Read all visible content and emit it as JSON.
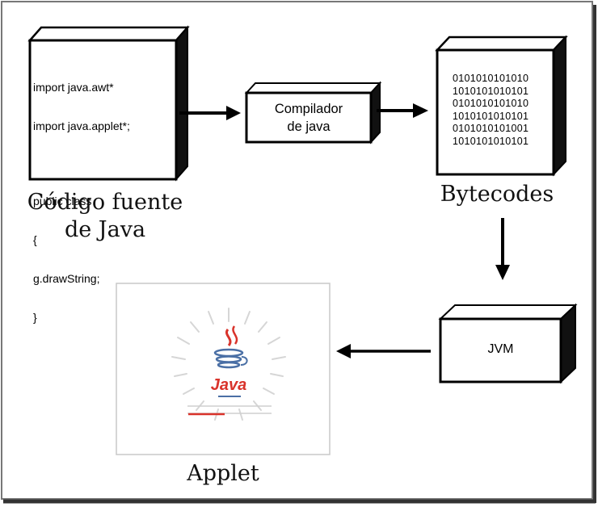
{
  "source_box": {
    "code_lines": [
      "import java.awt*",
      "import java.applet*;",
      "",
      "public class",
      "{",
      "g.drawString;",
      "}"
    ],
    "caption_lines": [
      "Código fuente",
      "de Java"
    ]
  },
  "compiler_box": {
    "label_lines": [
      "Compilador",
      "de java"
    ]
  },
  "bytecode_box": {
    "bit_lines": [
      "0101010101010",
      "1010101010101",
      "0101010101010",
      "1010101010101",
      "0101010101001",
      "1010101010101"
    ],
    "caption": "Bytecodes"
  },
  "jvm_box": {
    "label": "JVM"
  },
  "applet": {
    "logo_text": "Java",
    "caption": "Applet"
  },
  "colors": {
    "java_red": "#d9332b",
    "java_blue": "#4a6fa5",
    "line": "#000000"
  }
}
